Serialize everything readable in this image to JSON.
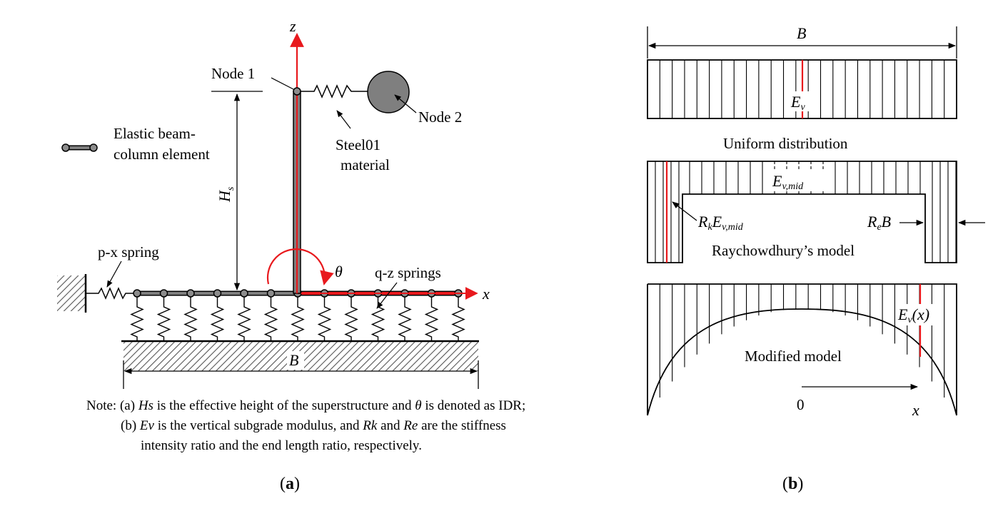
{
  "panel_a": {
    "axis_z": "z",
    "axis_x": "x",
    "theta": "θ",
    "node1": "Node 1",
    "node2": "Node 2",
    "steel_line1": "Steel01",
    "steel_line2": "material",
    "legend_line1": "Elastic beam-",
    "legend_line2": "column element",
    "hs_main": "H",
    "hs_sub": "s",
    "px_spring": "p-x spring",
    "qz_springs": "q-z springs",
    "width_label": "B",
    "note_prefix": "Note: (a) ",
    "note_a_hs": "Hs",
    "note_a_mid": " is the effective height of the superstructure and ",
    "note_a_theta": "θ",
    "note_a_end": " is denoted as IDR;",
    "note_b_prefix": "(b) ",
    "note_b_ev": "Ev",
    "note_b_mid1": " is the vertical subgrade modulus, and ",
    "note_b_rk": "Rk",
    "note_b_mid2": " and ",
    "note_b_re": "Re",
    "note_b_end": " are the stiffness",
    "note_line3": "intensity ratio and the end length ratio, respectively.",
    "caption_open": "(",
    "caption_letter": "a",
    "caption_close": ")"
  },
  "panel_b": {
    "width_label": "B",
    "ev_main": "E",
    "ev_sub": "v",
    "uniform_caption": "Uniform distribution",
    "evmid_main": "E",
    "evmid_sub": "v,mid",
    "rk_main": "R",
    "rk_sub": "k",
    "rk_e": "E",
    "rk_esub": "v,mid",
    "re_main": "R",
    "re_sub": "e",
    "re_b": "B",
    "raych_caption": "Raychowdhury’s model",
    "evx_main": "E",
    "evx_sub": "v",
    "evx_arg": "(x)",
    "modified_caption": "Modified  model",
    "origin": "0",
    "axis_x": "x",
    "caption_open": "(",
    "caption_letter": "b",
    "caption_close": ")"
  },
  "colors": {
    "red": "#e8191d",
    "gray_fill": "#7f7f7f",
    "node_fill": "#8c8c8c",
    "hatch": "#555555"
  }
}
